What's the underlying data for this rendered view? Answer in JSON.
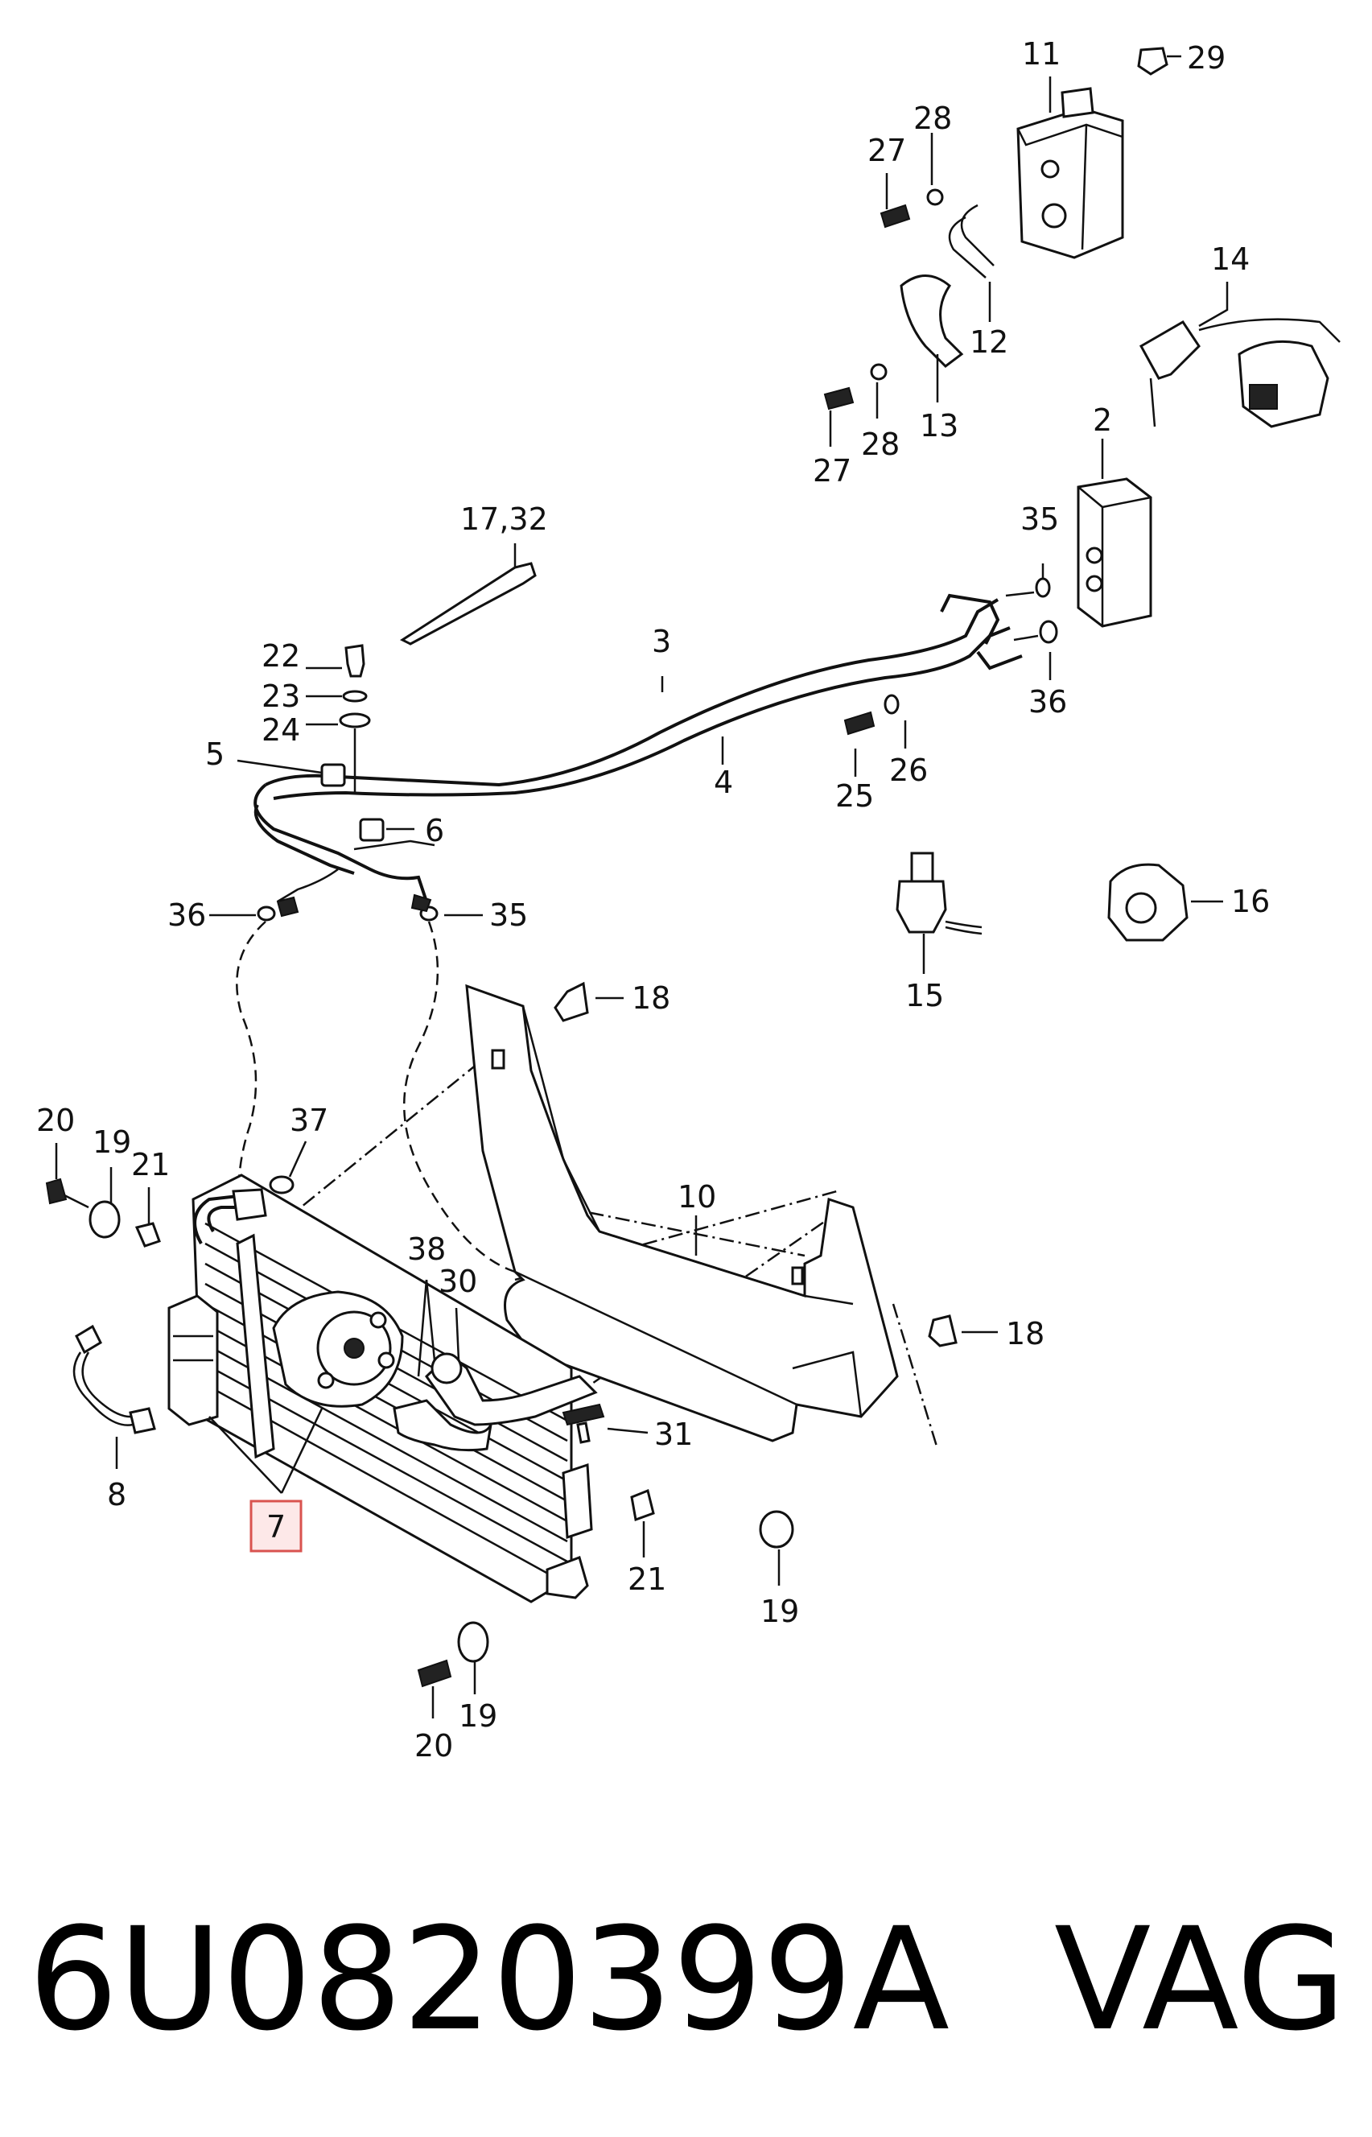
{
  "diagram": {
    "part_number": "6U0820399A",
    "brand": "VAG",
    "highlighted_callout": "7",
    "highlight_color": "#d9534f",
    "callouts": {
      "c11": "11",
      "c29": "29",
      "c28a": "28",
      "c27a": "27",
      "c12": "12",
      "c14": "14",
      "c27b": "27",
      "c28b": "28",
      "c13": "13",
      "c2": "2",
      "c1732": "17,32",
      "c35a": "35",
      "c3": "3",
      "c22": "22",
      "c23": "23",
      "c24": "24",
      "c36a": "36",
      "c5": "5",
      "c4": "4",
      "c25": "25",
      "c26": "26",
      "c6": "6",
      "c16": "16",
      "c36b": "36",
      "c35b": "35",
      "c15": "15",
      "c18a": "18",
      "c20a": "20",
      "c19a": "19",
      "c37": "37",
      "c21a": "21",
      "c10": "10",
      "c38": "38",
      "c30": "30",
      "c18b": "18",
      "c31": "31",
      "c8": "8",
      "c7": "7",
      "c21b": "21",
      "c19b": "19",
      "c19c": "19",
      "c20b": "20"
    }
  }
}
